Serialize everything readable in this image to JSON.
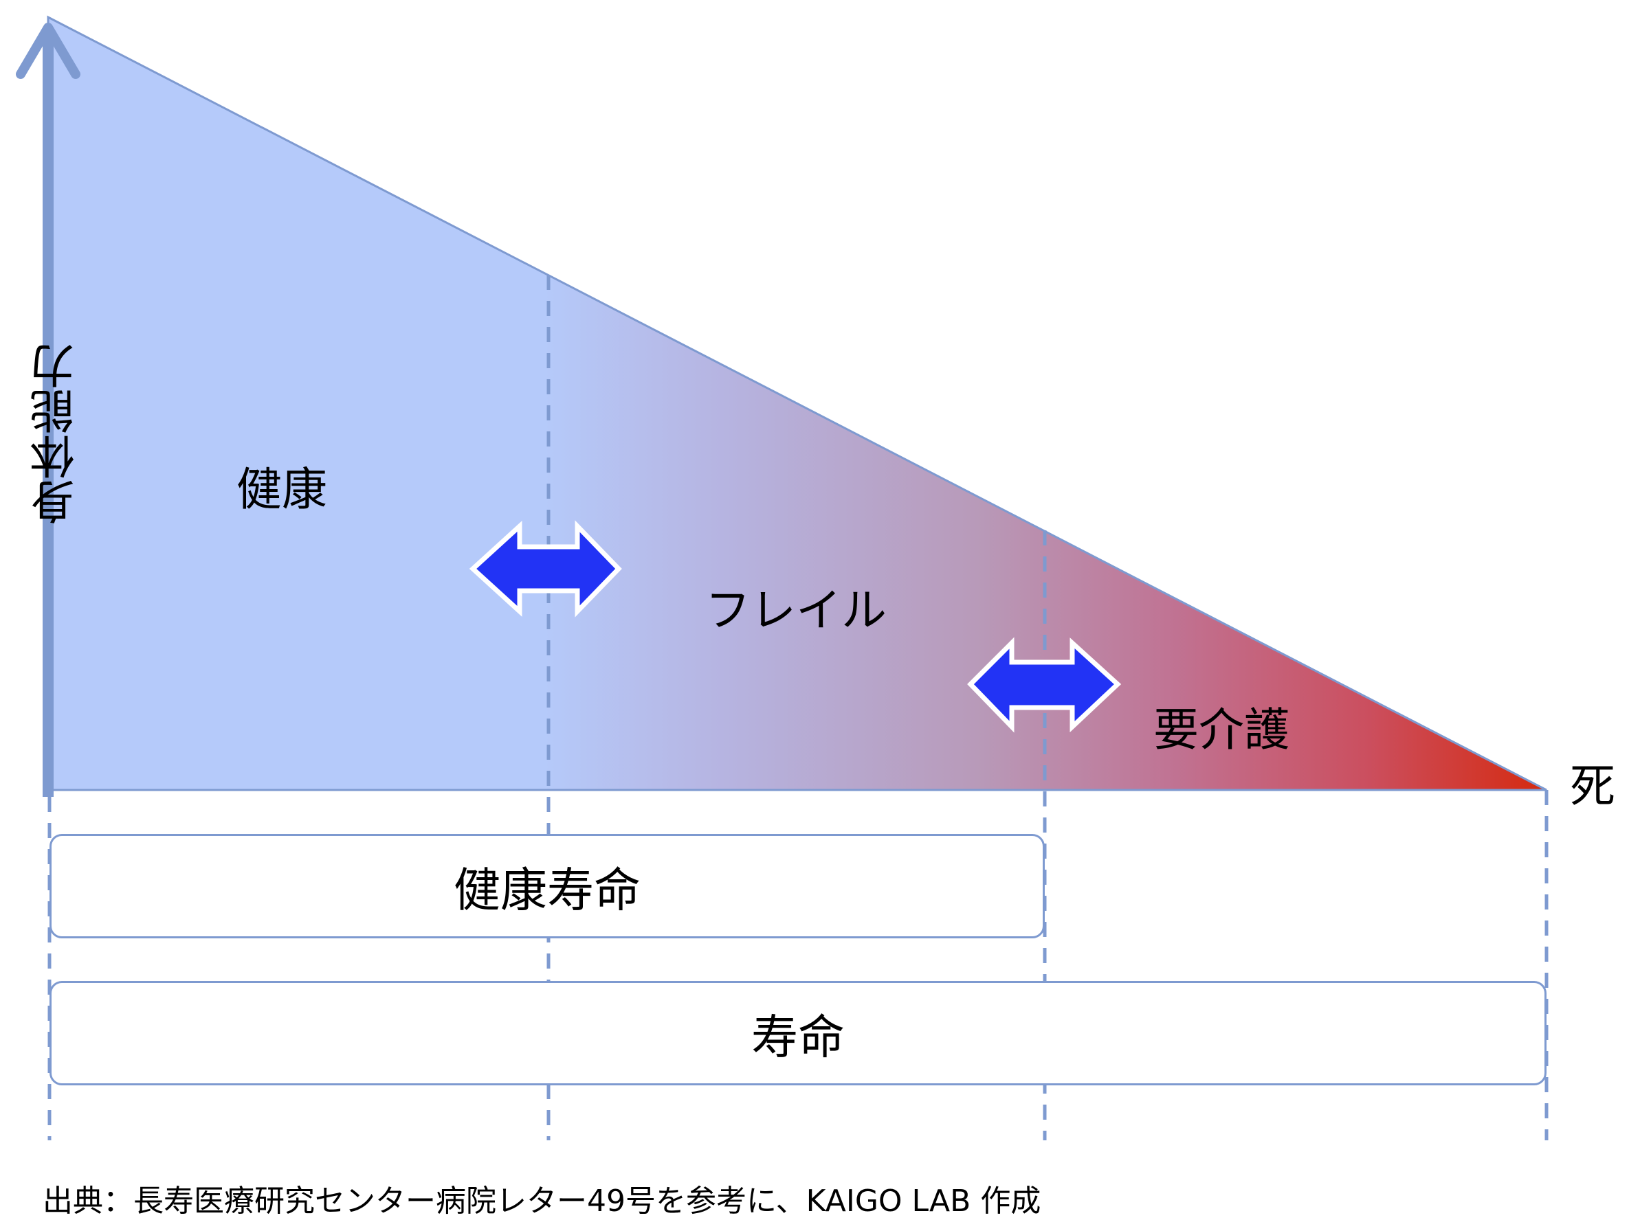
{
  "axis": {
    "y_label": "身体能力"
  },
  "stages": {
    "healthy": "健康",
    "frailty": "フレイル",
    "care_needed": "要介護",
    "death": "死"
  },
  "bars": {
    "healthy_lifespan": "健康寿命",
    "lifespan": "寿命"
  },
  "source": "出典：長寿医療研究センター病院レター49号を参考に、KAIGO LAB 作成",
  "colors": {
    "healthy_fill": "#b5cafa",
    "frailty_mid": "#b8a8cf",
    "care_red": "#d52a10",
    "axis_blue": "#7e9ad0",
    "arrow_blue": "#2233f5"
  }
}
